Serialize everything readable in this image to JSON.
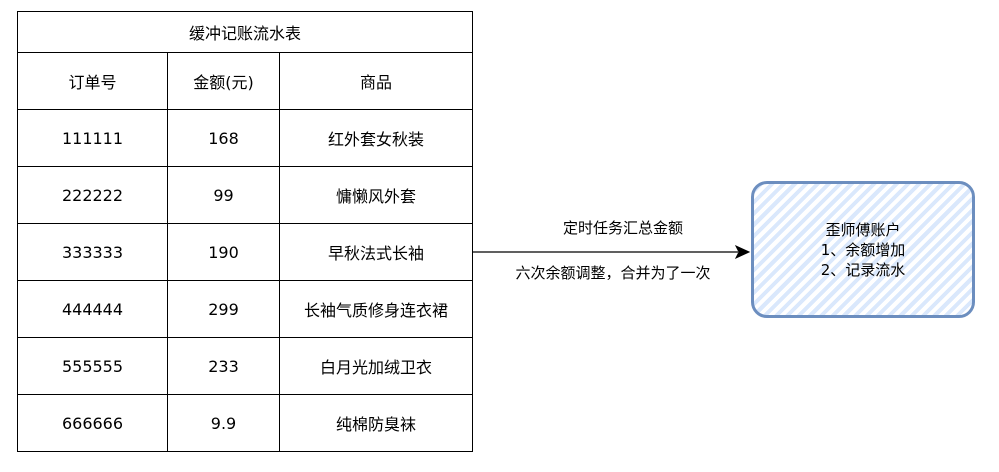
{
  "table": {
    "title": "缓冲记账流水表",
    "columns": [
      "订单号",
      "金额(元)",
      "商品"
    ],
    "rows": [
      {
        "order_no": "111111",
        "amount": "168",
        "product": "红外套女秋装"
      },
      {
        "order_no": "222222",
        "amount": "99",
        "product": "慵懒风外套"
      },
      {
        "order_no": "333333",
        "amount": "190",
        "product": "早秋法式长袖"
      },
      {
        "order_no": "444444",
        "amount": "299",
        "product": "长袖气质修身连衣裙"
      },
      {
        "order_no": "555555",
        "amount": "233",
        "product": "白月光加绒卫衣"
      },
      {
        "order_no": "666666",
        "amount": "9.9",
        "product": "纯棉防臭袜"
      }
    ]
  },
  "edge": {
    "label_top": "定时任务汇总金额",
    "label_bottom": "六次余额调整，合并为了一次"
  },
  "account": {
    "title": "歪师傅账户",
    "step1": "1、余额增加",
    "step2": "2、记录流水"
  },
  "colors": {
    "node_border": "#6c8ebf",
    "node_hatch": "#dae8fc",
    "line": "#000000"
  }
}
